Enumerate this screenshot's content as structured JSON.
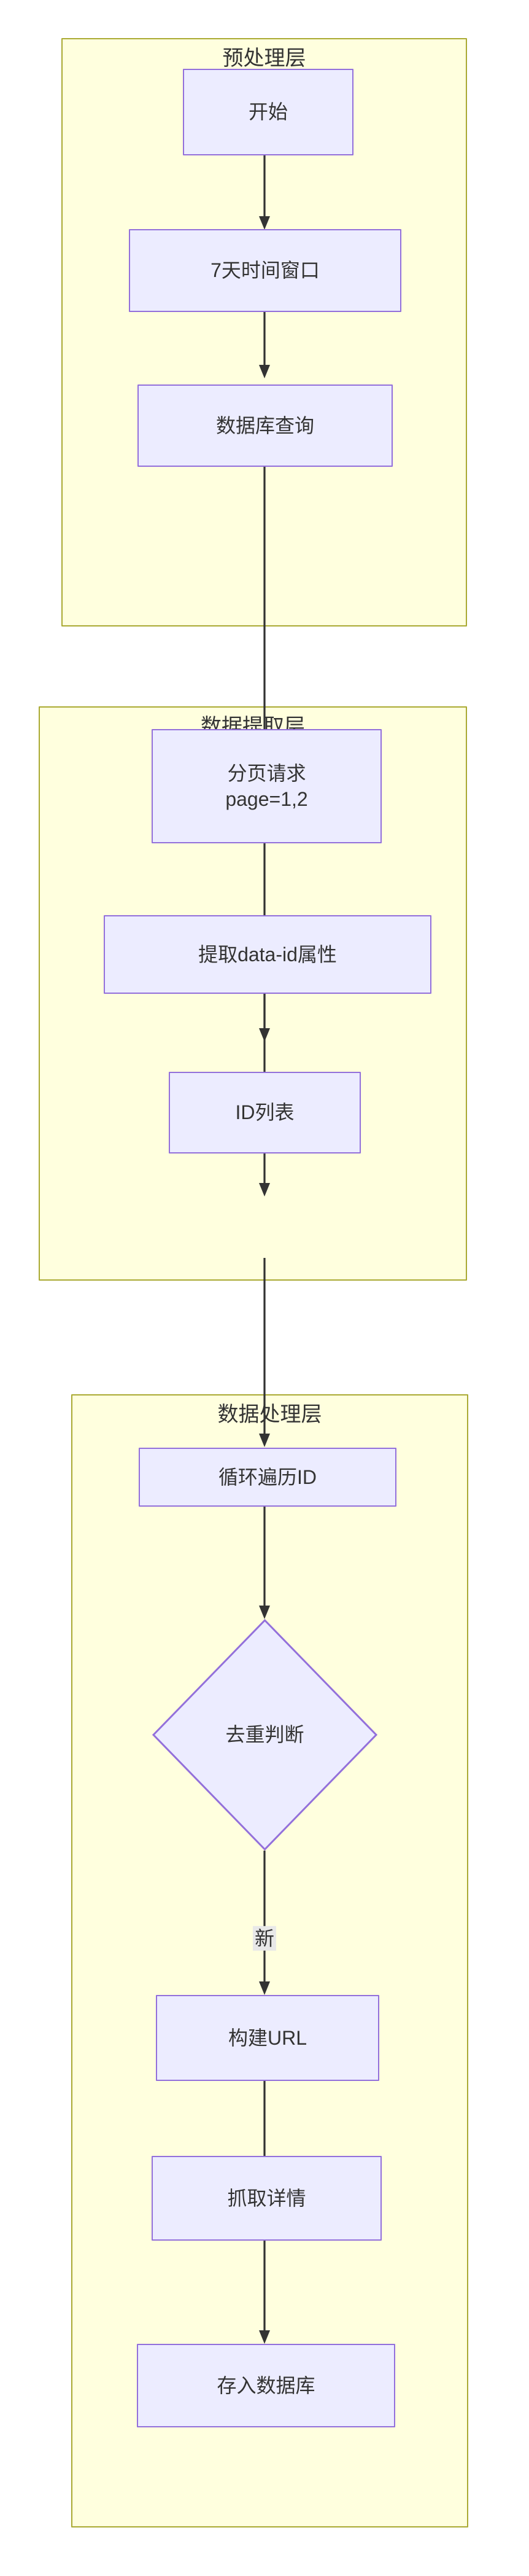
{
  "diagram": {
    "type": "flowchart",
    "direction": "top-down",
    "title": null,
    "colors": {
      "cluster_fill": "#ffffde",
      "cluster_stroke": "#aaaa33",
      "node_fill": "#ececff",
      "node_stroke": "#9370db",
      "edge_stroke": "#333333",
      "text": "#333333",
      "edge_label_bg": "#e8e8e8",
      "background": "#ffffff"
    }
  },
  "clusters": [
    {
      "id": "preprocess",
      "label": "预处理层"
    },
    {
      "id": "extract",
      "label": "数据提取层"
    },
    {
      "id": "process",
      "label": "数据处理层"
    }
  ],
  "nodes": [
    {
      "id": "start",
      "label": "开始",
      "shape": "rect",
      "cluster": "preprocess"
    },
    {
      "id": "window",
      "label": "7天时间窗口",
      "shape": "rect",
      "cluster": "preprocess"
    },
    {
      "id": "dbquery",
      "label": "数据库查询",
      "shape": "rect",
      "cluster": "preprocess"
    },
    {
      "id": "paging",
      "label": "分页请求\npage=1,2",
      "shape": "rect",
      "cluster": "extract"
    },
    {
      "id": "dataid",
      "label": "提取data-id属性",
      "shape": "rect",
      "cluster": "extract"
    },
    {
      "id": "idlist",
      "label": "ID列表",
      "shape": "rect",
      "cluster": "extract"
    },
    {
      "id": "loopids",
      "label": "循环遍历ID",
      "shape": "rect",
      "cluster": "process"
    },
    {
      "id": "dedupe",
      "label": "去重判断",
      "shape": "diamond",
      "cluster": "process"
    },
    {
      "id": "buildurl",
      "label": "构建URL",
      "shape": "rect",
      "cluster": "process"
    },
    {
      "id": "fetchdetail",
      "label": "抓取详情",
      "shape": "rect",
      "cluster": "process"
    },
    {
      "id": "savedb",
      "label": "存入数据库",
      "shape": "rect",
      "cluster": "process"
    }
  ],
  "edges": [
    {
      "from": "start",
      "to": "window",
      "label": ""
    },
    {
      "from": "window",
      "to": "dbquery",
      "label": ""
    },
    {
      "from": "dbquery",
      "to": "paging",
      "label": ""
    },
    {
      "from": "paging",
      "to": "dataid",
      "label": ""
    },
    {
      "from": "dataid",
      "to": "idlist",
      "label": ""
    },
    {
      "from": "idlist",
      "to": "loopids",
      "label": ""
    },
    {
      "from": "loopids",
      "to": "dedupe",
      "label": ""
    },
    {
      "from": "dedupe",
      "to": "buildurl",
      "label": "新"
    },
    {
      "from": "buildurl",
      "to": "fetchdetail",
      "label": ""
    },
    {
      "from": "fetchdetail",
      "to": "savedb",
      "label": ""
    }
  ],
  "edge_labels": [
    {
      "id": "dedupe-buildurl-label",
      "text": "新"
    }
  ]
}
